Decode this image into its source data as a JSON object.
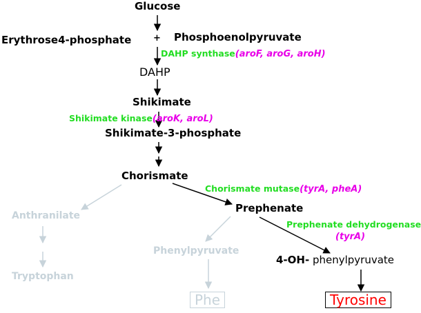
{
  "nodes": {
    "glucose": "Glucose",
    "plus": "+",
    "erythrose": "Erythrose4-phosphate",
    "pep": "Phosphoenolpyruvate",
    "dahp": "DAHP",
    "shikimate": "Shikimate",
    "s3p": "Shikimate-3-phosphate",
    "chorismate": "Chorismate",
    "prephenate": "Prephenate",
    "oh_prefix": "4-OH-",
    "oh_rest": " phenylpyruvate",
    "tyrosine": "Tyrosine"
  },
  "faded_nodes": {
    "anthranilate": "Anthranilate",
    "tryptophan": "Tryptophan",
    "phenylpyruvate": "Phenylpyruvate",
    "phe": "Phe"
  },
  "enzymes": {
    "dahp_synthase": {
      "name": "DAHP synthase",
      "genes": "(aroF, aroG, aroH)"
    },
    "shikimate_kinase": {
      "name": "Shikimate kinase",
      "genes": "(aroK, aroL)"
    },
    "chorismate_mutase": {
      "name": "Chorismate mutase",
      "genes": "(tyrA, pheA)"
    },
    "prephenate_dehydrogenase": {
      "name": "Prephenate dehydrogenase",
      "genes": "(tyrA)"
    }
  },
  "colors": {
    "enzyme": "#22dd22",
    "gene": "#e800e8",
    "faded": "#c7d3da",
    "product": "#ff0000",
    "main": "#000000"
  }
}
